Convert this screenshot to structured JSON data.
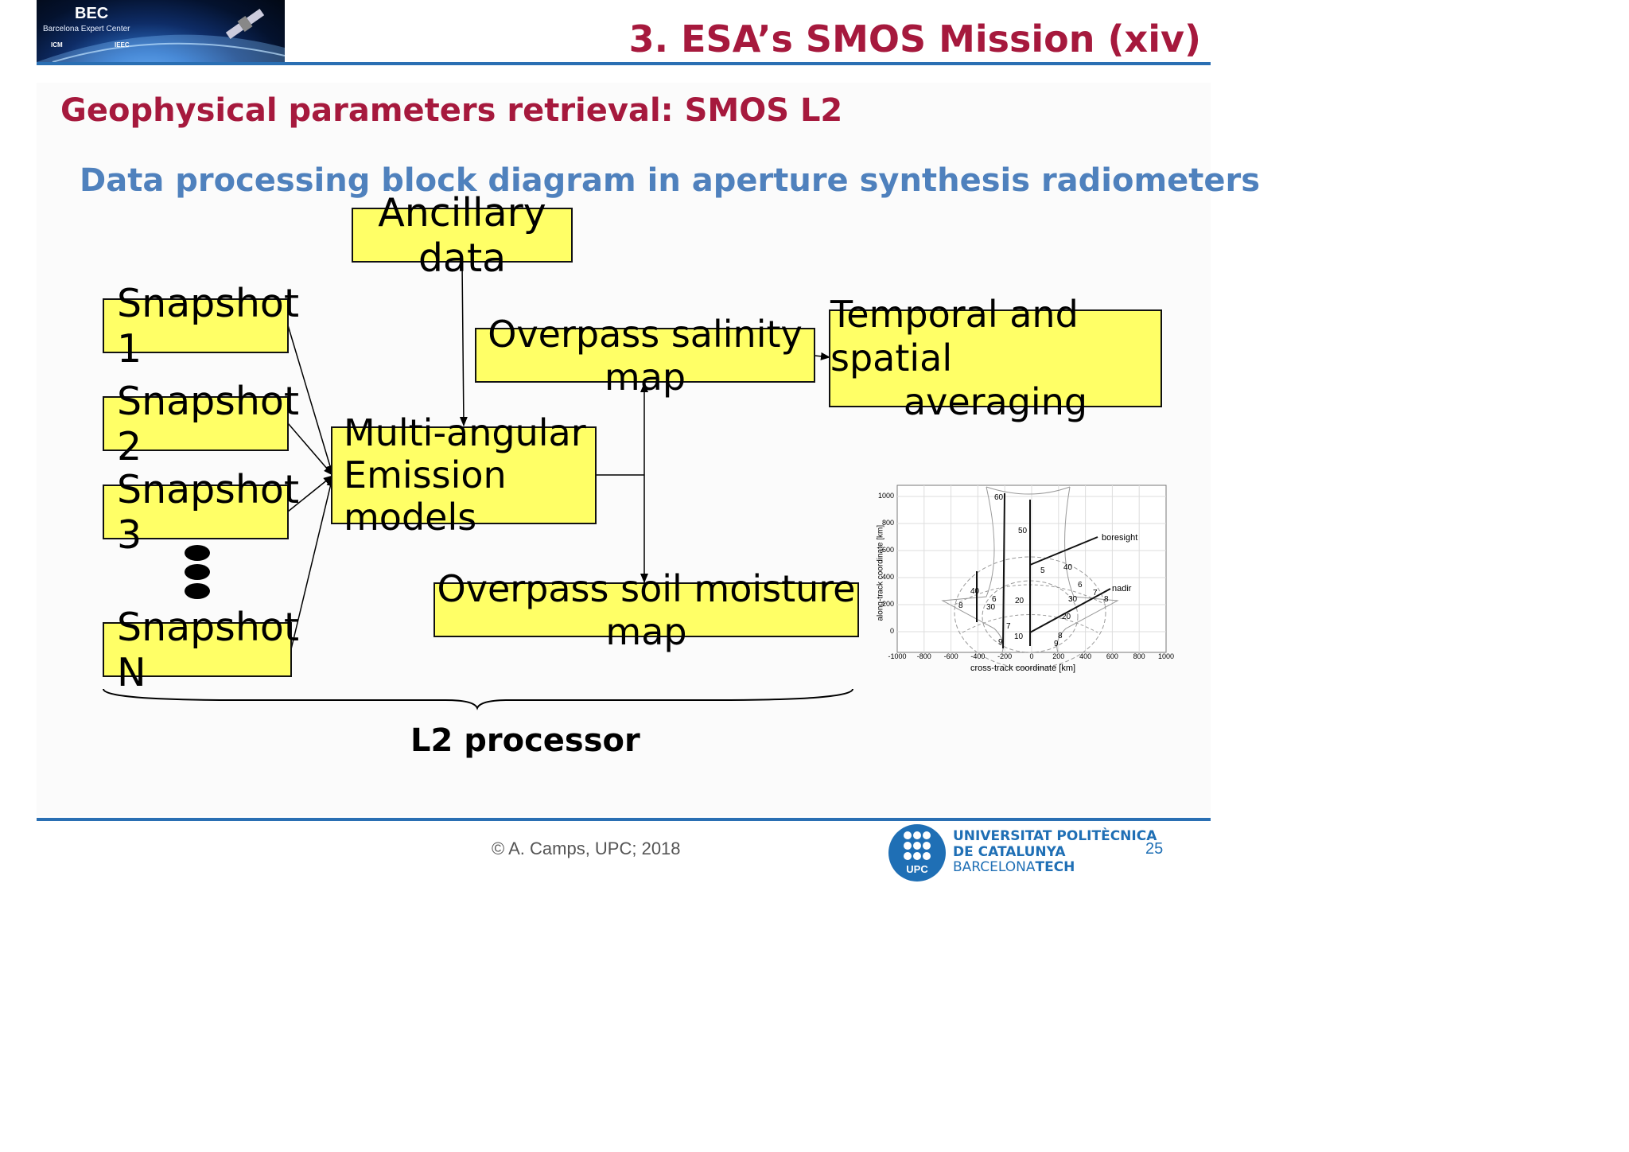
{
  "header": {
    "logo": {
      "acronym": "BEC",
      "subtitle": "Barcelona Expert Center",
      "partners": [
        "ICM",
        "IEEC"
      ]
    },
    "slide_title": "3. ESA’s SMOS Mission (xiv)"
  },
  "section_title": "Geophysical parameters retrieval: SMOS L2",
  "subtitle": "Data processing block diagram in aperture synthesis radiometers",
  "diagram": {
    "ancillary": "Ancillary data",
    "snapshots": [
      "Snapshot 1",
      "Snapshot 2",
      "Snapshot 3",
      "Snapshot N"
    ],
    "models": [
      "Multi-angular",
      "Emission models"
    ],
    "salinity": "Overpass salinity map",
    "soil": "Overpass soil moisture map",
    "averaging": [
      "Temporal and spatial",
      "averaging"
    ],
    "brace_label": "L2 processor"
  },
  "inset_chart": {
    "ylabel": "along-track coordinate  [km]",
    "xlabel": "cross-track coordinate  [km]",
    "xticks": [
      "-1000",
      "-800",
      "-600",
      "-400",
      "-200",
      "0",
      "200",
      "400",
      "600",
      "800",
      "1000"
    ],
    "yticks": [
      "0",
      "200",
      "400",
      "600",
      "800",
      "1000"
    ],
    "annotations": [
      "boresight",
      "nadir"
    ],
    "contour_labels": [
      "60",
      "50",
      "40",
      "40",
      "30",
      "30",
      "20",
      "20",
      "10",
      "5",
      "6",
      "6",
      "7",
      "7",
      "8",
      "8",
      "8",
      "9",
      "9"
    ]
  },
  "footer": {
    "copyright": "© A. Camps, UPC; 2018",
    "university_lines": [
      "UNIVERSITAT POLITÈCNICA",
      "DE CATALUNYA"
    ],
    "university_city": {
      "plain": "BARCELONA",
      "bold": "TECH"
    },
    "upc_label": "UPC",
    "page_number": "25"
  },
  "colors": {
    "title_red": "#a6193d",
    "subtitle_blue": "#4f81bd",
    "rule_blue": "#2a6fb3",
    "box_yellow": "#ffff66",
    "upc_blue": "#1f6fb5"
  }
}
